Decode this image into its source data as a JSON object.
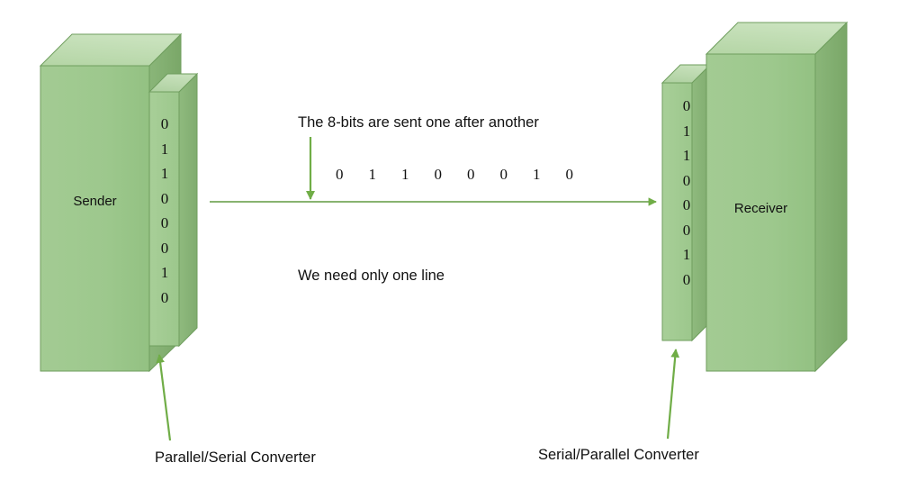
{
  "diagram": {
    "title_hidden": "Serial transmission between Sender and Receiver",
    "palette": {
      "front_face": "#9dc88d",
      "front_face_light": "#a9ce99",
      "top_face": "#c0dcb2",
      "side_face_dark": "#7ba86b",
      "side_face_mid": "#8fbb7e",
      "edge_stroke": "#6f9e5e",
      "arrow_green": "#70ad47",
      "line_green": "#77a85c",
      "text_black": "#111111",
      "background": "#ffffff"
    },
    "sender": {
      "label": "Sender",
      "converter_bits": [
        "0",
        "1",
        "1",
        "0",
        "0",
        "0",
        "1",
        "0"
      ],
      "converter_caption": "Parallel/Serial Converter"
    },
    "receiver": {
      "label": "Receiver",
      "converter_bits": [
        "0",
        "1",
        "1",
        "0",
        "0",
        "0",
        "1",
        "0"
      ],
      "converter_caption": "Serial/Parallel Converter"
    },
    "channel": {
      "annotation_top": "The 8-bits are sent one after another",
      "bitstream": "0  1  1  0  0  0  1  0",
      "bitstream_digits": [
        "0",
        "1",
        "1",
        "0",
        "0",
        "0",
        "1",
        "0"
      ],
      "annotation_bottom": "We need only one line"
    }
  }
}
